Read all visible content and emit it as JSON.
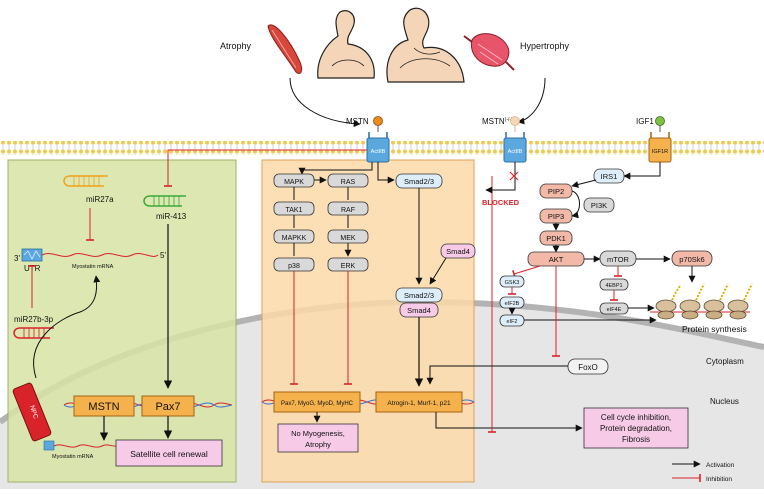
{
  "top": {
    "atrophy": "Atrophy",
    "hypertrophy": "Hypertrophy",
    "mstn": "MSTN",
    "mstn_ko": "MSTN",
    "mstn_ko_sup": "(-/-)",
    "igf1": "IGF1"
  },
  "receptors": {
    "actiib_left": "ActIIB",
    "actiib_right": "ActIIB",
    "igf1r": "IGF1R"
  },
  "left_panel": {
    "mir27a": "miR27a",
    "mir413": "miR-413",
    "mir27b": "miR27b-3p",
    "utr": "UTR",
    "three_prime": "3'",
    "five_prime": "5'",
    "myostatin_mrna_top": "Myostatin mRNA",
    "myostatin_mrna_bottom": "Myostatin mRNA",
    "npc": "NPC",
    "mstn_gene": "MSTN",
    "pax7_gene": "Pax7",
    "satellite": "Satellite cell renewal"
  },
  "middle_panel": {
    "mapk": "MAPK",
    "ras": "RAS",
    "tak1": "TAK1",
    "raf": "RAF",
    "mapkk": "MAPKK",
    "mek": "MEK",
    "p38": "p38",
    "erk": "ERK",
    "smad23_top": "Smad2/3",
    "smad4_side": "Smad4",
    "smad23_complex": "Smad2/3",
    "smad4_complex": "Smad4",
    "genes_left": "Pax7, MyoG, MyoD, MyHC",
    "genes_right": "Atrogin-1, Murf-1, p21",
    "outcome_line1": "No Myogenesis,",
    "outcome_line2": "Atrophy"
  },
  "right_panel": {
    "blocked": "BLOCKED",
    "irs1": "IRS1",
    "pip2": "PIP2",
    "pi3k": "PI3K",
    "pip3": "PIP3",
    "pdk1": "PDK1",
    "akt": "AKT",
    "mtor": "mTOR",
    "p70s6k": "p70Sk6",
    "gsk3": "GSK3",
    "eif2b": "eIF2B",
    "eif2": "eIF2",
    "fourebp1": "4EBP1",
    "eif4e": "eIF4E",
    "protein_synthesis": "Protein synthesis",
    "cytoplasm": "Cytoplasm",
    "foxo": "FoxO",
    "nucleus": "Nucleus",
    "outcome_line1": "Cell cycle inhibition,",
    "outcome_line2": "Protein degradation,",
    "outcome_line3": "Fibrosis"
  },
  "legend": {
    "activation": "Activation",
    "inhibition": "Inhibition"
  },
  "colors": {
    "green_panel": "#d6e3a3",
    "orange_panel": "#fbd9a8",
    "gray_node": "#d9d9d9",
    "blue_node": "#ddeefa",
    "red_node": "#f2b8a8",
    "pink_box": "#f7cbe8",
    "gene_box": "#f5b24c",
    "receptor_blue": "#5aa8de",
    "inhibit_red": "#d9232a",
    "mstn_orange": "#ec8a1e",
    "igf1_green": "#7cc242"
  }
}
